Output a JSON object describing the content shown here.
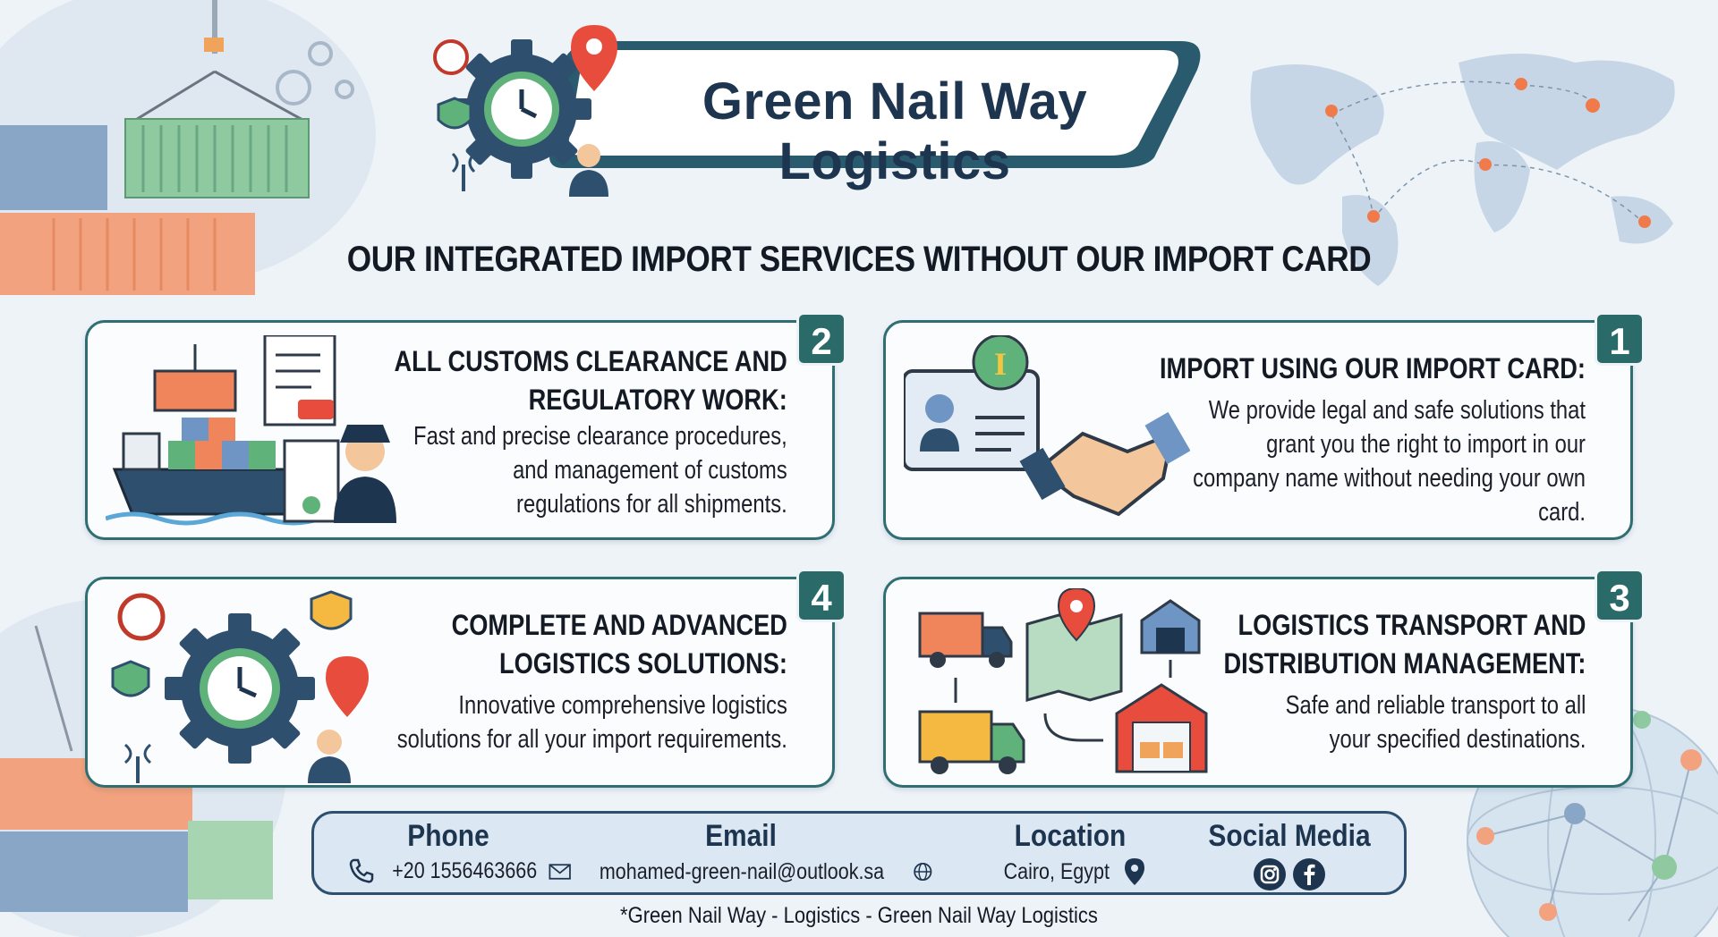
{
  "brand": {
    "name": "Green Nail Way Logistics"
  },
  "headline": "OUR INTEGRATED IMPORT SERVICES WITHOUT OUR IMPORT CARD",
  "cards": [
    {
      "number": "1",
      "title_lines": [
        "IMPORT USING OUR IMPORT CARD:"
      ],
      "body_lines": [
        "We provide legal and safe solutions that",
        "grant you the right to import in our",
        "company name without needing your own",
        "card."
      ]
    },
    {
      "number": "2",
      "title_lines": [
        "ALL CUSTOMS CLEARANCE AND",
        "REGULATORY WORK:"
      ],
      "body_lines": [
        "Fast and precise clearance procedures,",
        "and management of customs",
        "regulations for all shipments."
      ]
    },
    {
      "number": "3",
      "title_lines": [
        "LOGISTICS TRANSPORT AND",
        "DISTRIBUTION MANAGEMENT:"
      ],
      "body_lines": [
        "Safe and reliable transport to all",
        "your specified destinations."
      ]
    },
    {
      "number": "4",
      "title_lines": [
        "COMPLETE AND ADVANCED",
        "LOGISTICS SOLUTIONS:"
      ],
      "body_lines": [
        "Innovative comprehensive logistics",
        "solutions for all your import requirements."
      ]
    }
  ],
  "contact": {
    "phone": {
      "heading": "Phone",
      "value": "+20 1556463666",
      "icon": "phone-icon"
    },
    "email": {
      "heading": "Email",
      "value": "mohamed-green-nail@outlook.sa",
      "icon": "envelope-icon"
    },
    "location": {
      "heading": "Location",
      "value": "Cairo, Egypt",
      "icon": "map-pin-icon"
    },
    "social": {
      "heading": "Social Media",
      "icons": [
        "instagram-icon",
        "facebook-icon"
      ]
    }
  },
  "footer": "*Green Nail Way - Logistics  - Green Nail Way Logistics",
  "colors": {
    "teal": "#2a6b6a",
    "navy": "#1e3550",
    "background": "#eef3f8",
    "orange": "#f0845a",
    "green": "#5fb37a"
  }
}
